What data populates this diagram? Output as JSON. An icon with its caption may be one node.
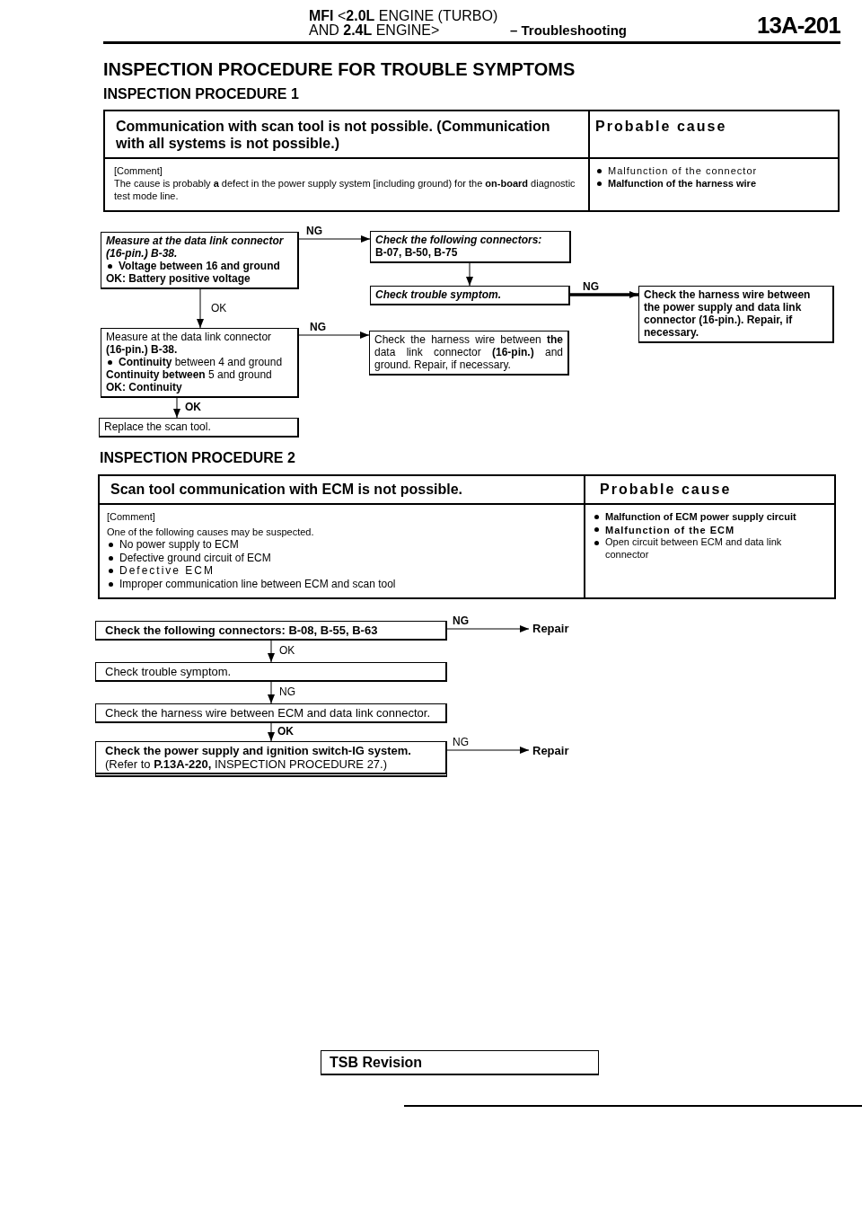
{
  "diagram": {
    "title": "INSPECTION PROCEDURE FOR TROUBLE SYMPTOMS",
    "nodes": [
      {
        "text": [
          "Measure at the data link connector (16-pin.) B-38.",
          "Voltage between 16 and ground",
          "OK: Battery positive voltage"
        ]
      },
      {
        "text": [
          "Check the following connectors:",
          "B-07, B-50, B-75"
        ]
      },
      {
        "text": [
          "Check trouble symptom."
        ]
      },
      {
        "text": [
          "Check the harness wire between the power supply and data link connector (16-pin.). Repair, if necessary."
        ]
      },
      {
        "text": [
          "Measure at the data link connector **(16-pin.) B-38.**",
          "**Continuity** between 4 and ground",
          "**Continuity between** 5 and ground",
          "OK: Continuity"
        ]
      },
      {
        "text": [
          "Check the harness wire between **the** data link connector **(16-pin.)** and ground. Repair, if necessary."
        ]
      },
      {
        "text": [
          "Replace the scan tool."
        ]
      },
      {
        "text": [
          "Check the following connectors: B-08, B-55, B-63"
        ]
      },
      {
        "text": [
          "Repair"
        ]
      },
      {
        "text": [
          "Check trouble symptom."
        ]
      },
      {
        "text": [
          "Check the harness wire between ECM and data link connector."
        ]
      },
      {
        "text": [
          "Check the power supply and ignition switch-IG system.",
          "(Refer to **P.13A-220,** INSPECTION PROCEDURE 27.)"
        ]
      },
      {
        "text": [
          "Repair"
        ]
      }
    ],
    "edges": [
      {
        "from": 0,
        "to": 1,
        "arrow": "to",
        "label": "NG"
      },
      {
        "from": 1,
        "to": 2,
        "arrow": "to"
      },
      {
        "from": 2,
        "to": 3,
        "arrow": "to",
        "label": "NG",
        "style": "thick"
      },
      {
        "from": 0,
        "to": 4,
        "arrow": "to",
        "label": "OK"
      },
      {
        "from": 4,
        "to": 5,
        "arrow": "to",
        "label": "NG"
      },
      {
        "from": 4,
        "to": 6,
        "arrow": "to",
        "label": "OK"
      },
      {
        "from": 7,
        "to": 8,
        "arrow": "to",
        "label": "NG"
      },
      {
        "from": 7,
        "to": 9,
        "arrow": "to",
        "label": "OK"
      },
      {
        "from": 9,
        "to": 10,
        "arrow": "to",
        "label": "NG"
      },
      {
        "from": 10,
        "to": 11,
        "arrow": "to",
        "label": "OK"
      },
      {
        "from": 11,
        "to": 12,
        "arrow": "to",
        "label": "NG"
      }
    ],
    "labels": [
      "**MFI** <**2.0L** ENGINE (TURBO) AND **2.4L** ENGINE>",
      "– Troubleshooting",
      "13A-201",
      "INSPECTION PROCEDURE 1",
      "Communication with scan tool is not possible. (Communication with all systems is not possible.)",
      "Probable cause",
      "[Comment]",
      "The cause is probably **a** defect in the power supply system [including ground) for the **on-board** diagnostic test mode line.",
      "Malfunction of the connector",
      "Malfunction of the harness wire",
      "INSPECTION PROCEDURE 2",
      "Scan tool communication with ECM is not possible.",
      "Probable cause",
      "[Comment]",
      "One of the following causes may be suspected.",
      "No power supply to ECM",
      "Defective ground circuit of ECM",
      "Defective ECM",
      "Improper communication line between ECM and scan tool",
      "Malfunction of ECM power supply circuit",
      "Malfunction of the ECM",
      "Open circuit between ECM and data link connector",
      "TSB Revision"
    ]
  }
}
